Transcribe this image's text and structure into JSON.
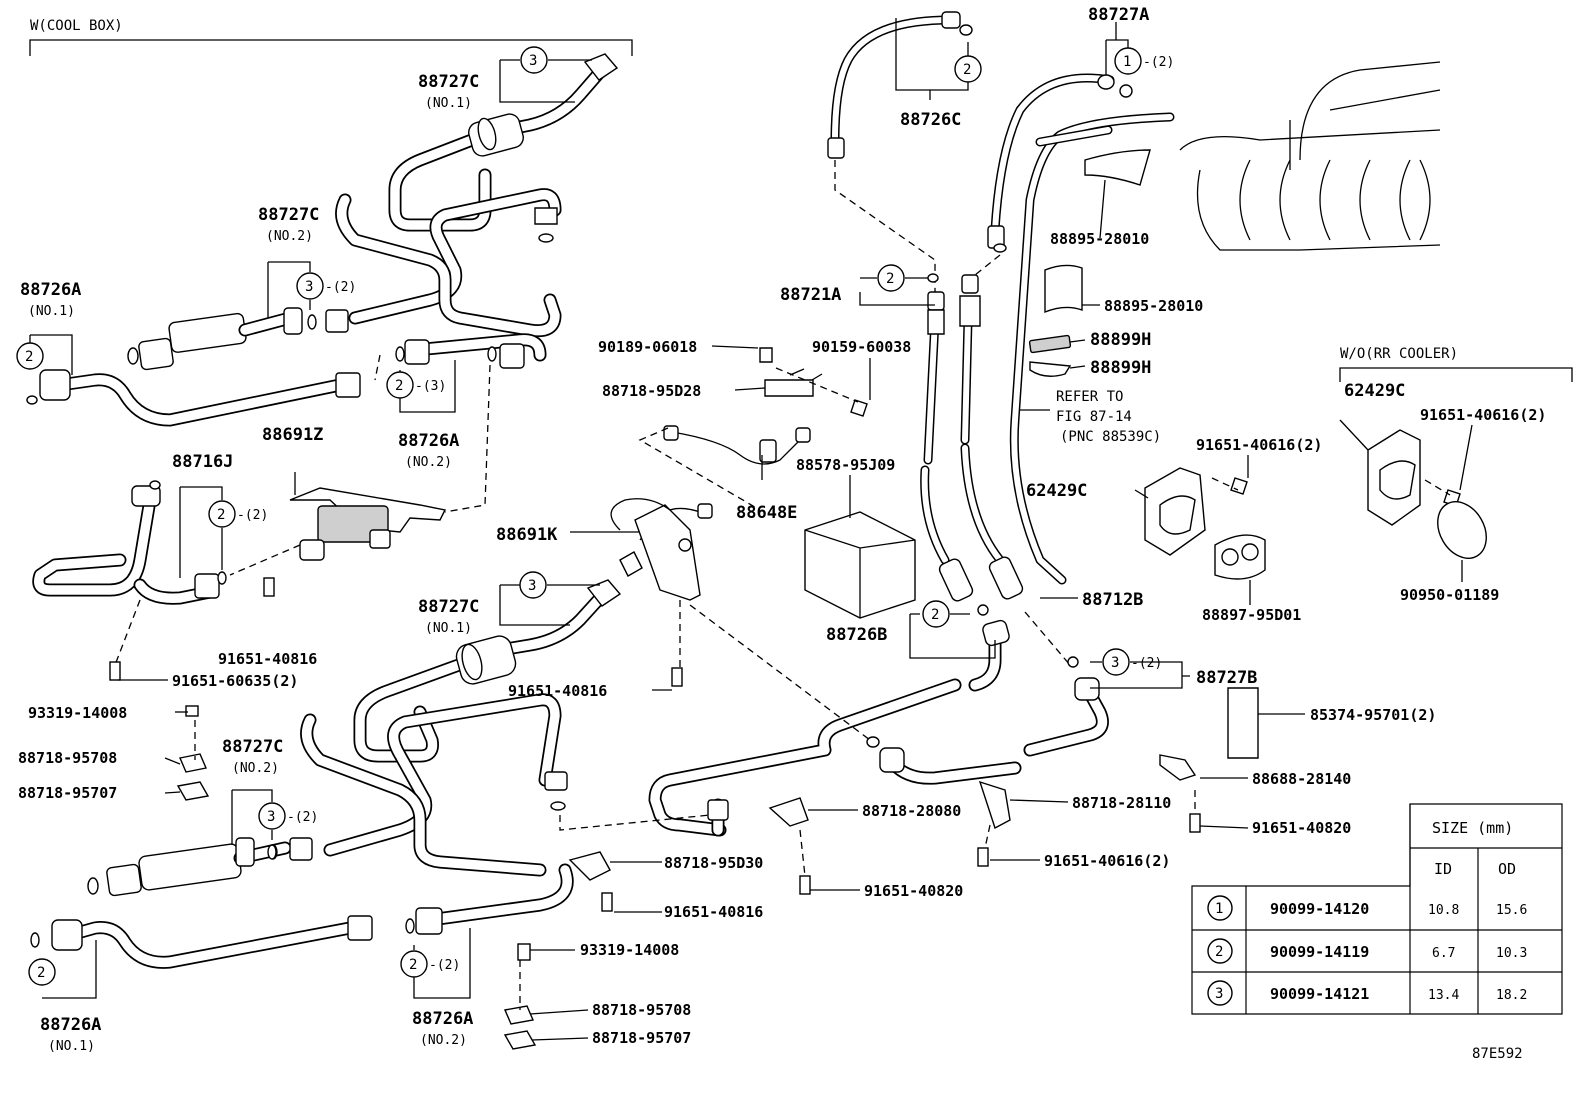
{
  "sections": {
    "cool_box": "W(COOL BOX)",
    "rr_cooler": "W/O(RR COOLER)"
  },
  "note": {
    "line1": "REFER TO",
    "line2": "FIG 87-14",
    "line3": "(PNC 88539C)"
  },
  "figure_code": "87E592",
  "sub_labels": {
    "no1": "(NO.1)",
    "no2": "(NO.2)",
    "x2": "-(2)",
    "x3": "-(3)"
  },
  "circle_numbers": {
    "one": "1",
    "two": "2",
    "three": "3"
  },
  "labels": {
    "p88727C_1": "88727C",
    "p88727C_2": "88727C",
    "p88726A_1": "88726A",
    "p88726A_2": "88726A",
    "p88716J": "88716J",
    "p88691Z": "88691Z",
    "p91651_40816_a": "91651-40816",
    "p91651_60635": "91651-60635(2)",
    "p93319_14008_a": "93319-14008",
    "p88718_95708_a": "88718-95708",
    "p88718_95707_a": "88718-95707",
    "p88727C_3": "88727C",
    "p88727C_4": "88727C",
    "p88726A_3": "88726A",
    "p88726A_4": "88726A",
    "p88691K": "88691K",
    "p91651_40816_b": "91651-40816",
    "p88718_95D30": "88718-95D30",
    "p91651_40816_c": "91651-40816",
    "p93319_14008_b": "93319-14008",
    "p88718_95708_b": "88718-95708",
    "p88718_95707_b": "88718-95707",
    "p88726C": "88726C",
    "p88727A": "88727A",
    "p88721A": "88721A",
    "p90189_06018": "90189-06018",
    "p90159_60038": "90159-60038",
    "p88718_95D28": "88718-95D28",
    "p88648E": "88648E",
    "p88578_95J09": "88578-95J09",
    "p88726B": "88726B",
    "p88712B": "88712B",
    "p88718_28080": "88718-28080",
    "p91651_40820_a": "91651-40820",
    "p88718_28110": "88718-28110",
    "p91651_40616_a": "91651-40616(2)",
    "p88895_28010_a": "88895-28010",
    "p88895_28010_b": "88895-28010",
    "p88899H_a": "88899H",
    "p88899H_b": "88899H",
    "p62429C_a": "62429C",
    "p91651_40616_b": "91651-40616(2)",
    "p88897_95D01": "88897-95D01",
    "p62429C_b": "62429C",
    "p91651_40616_c": "91651-40616(2)",
    "p90950_01189": "90950-01189",
    "p88727B": "88727B",
    "p85374_95701": "85374-95701(2)",
    "p88688_28140": "88688-28140",
    "p91651_40820_b": "91651-40820"
  },
  "size_table": {
    "title": "SIZE (mm)",
    "id_header": "ID",
    "od_header": "OD",
    "rows": [
      {
        "no": "1",
        "part": "90099-14120",
        "id": "10.8",
        "od": "15.6"
      },
      {
        "no": "2",
        "part": "90099-14119",
        "id": "6.7",
        "od": "10.3"
      },
      {
        "no": "3",
        "part": "90099-14121",
        "id": "13.4",
        "od": "18.2"
      }
    ]
  }
}
